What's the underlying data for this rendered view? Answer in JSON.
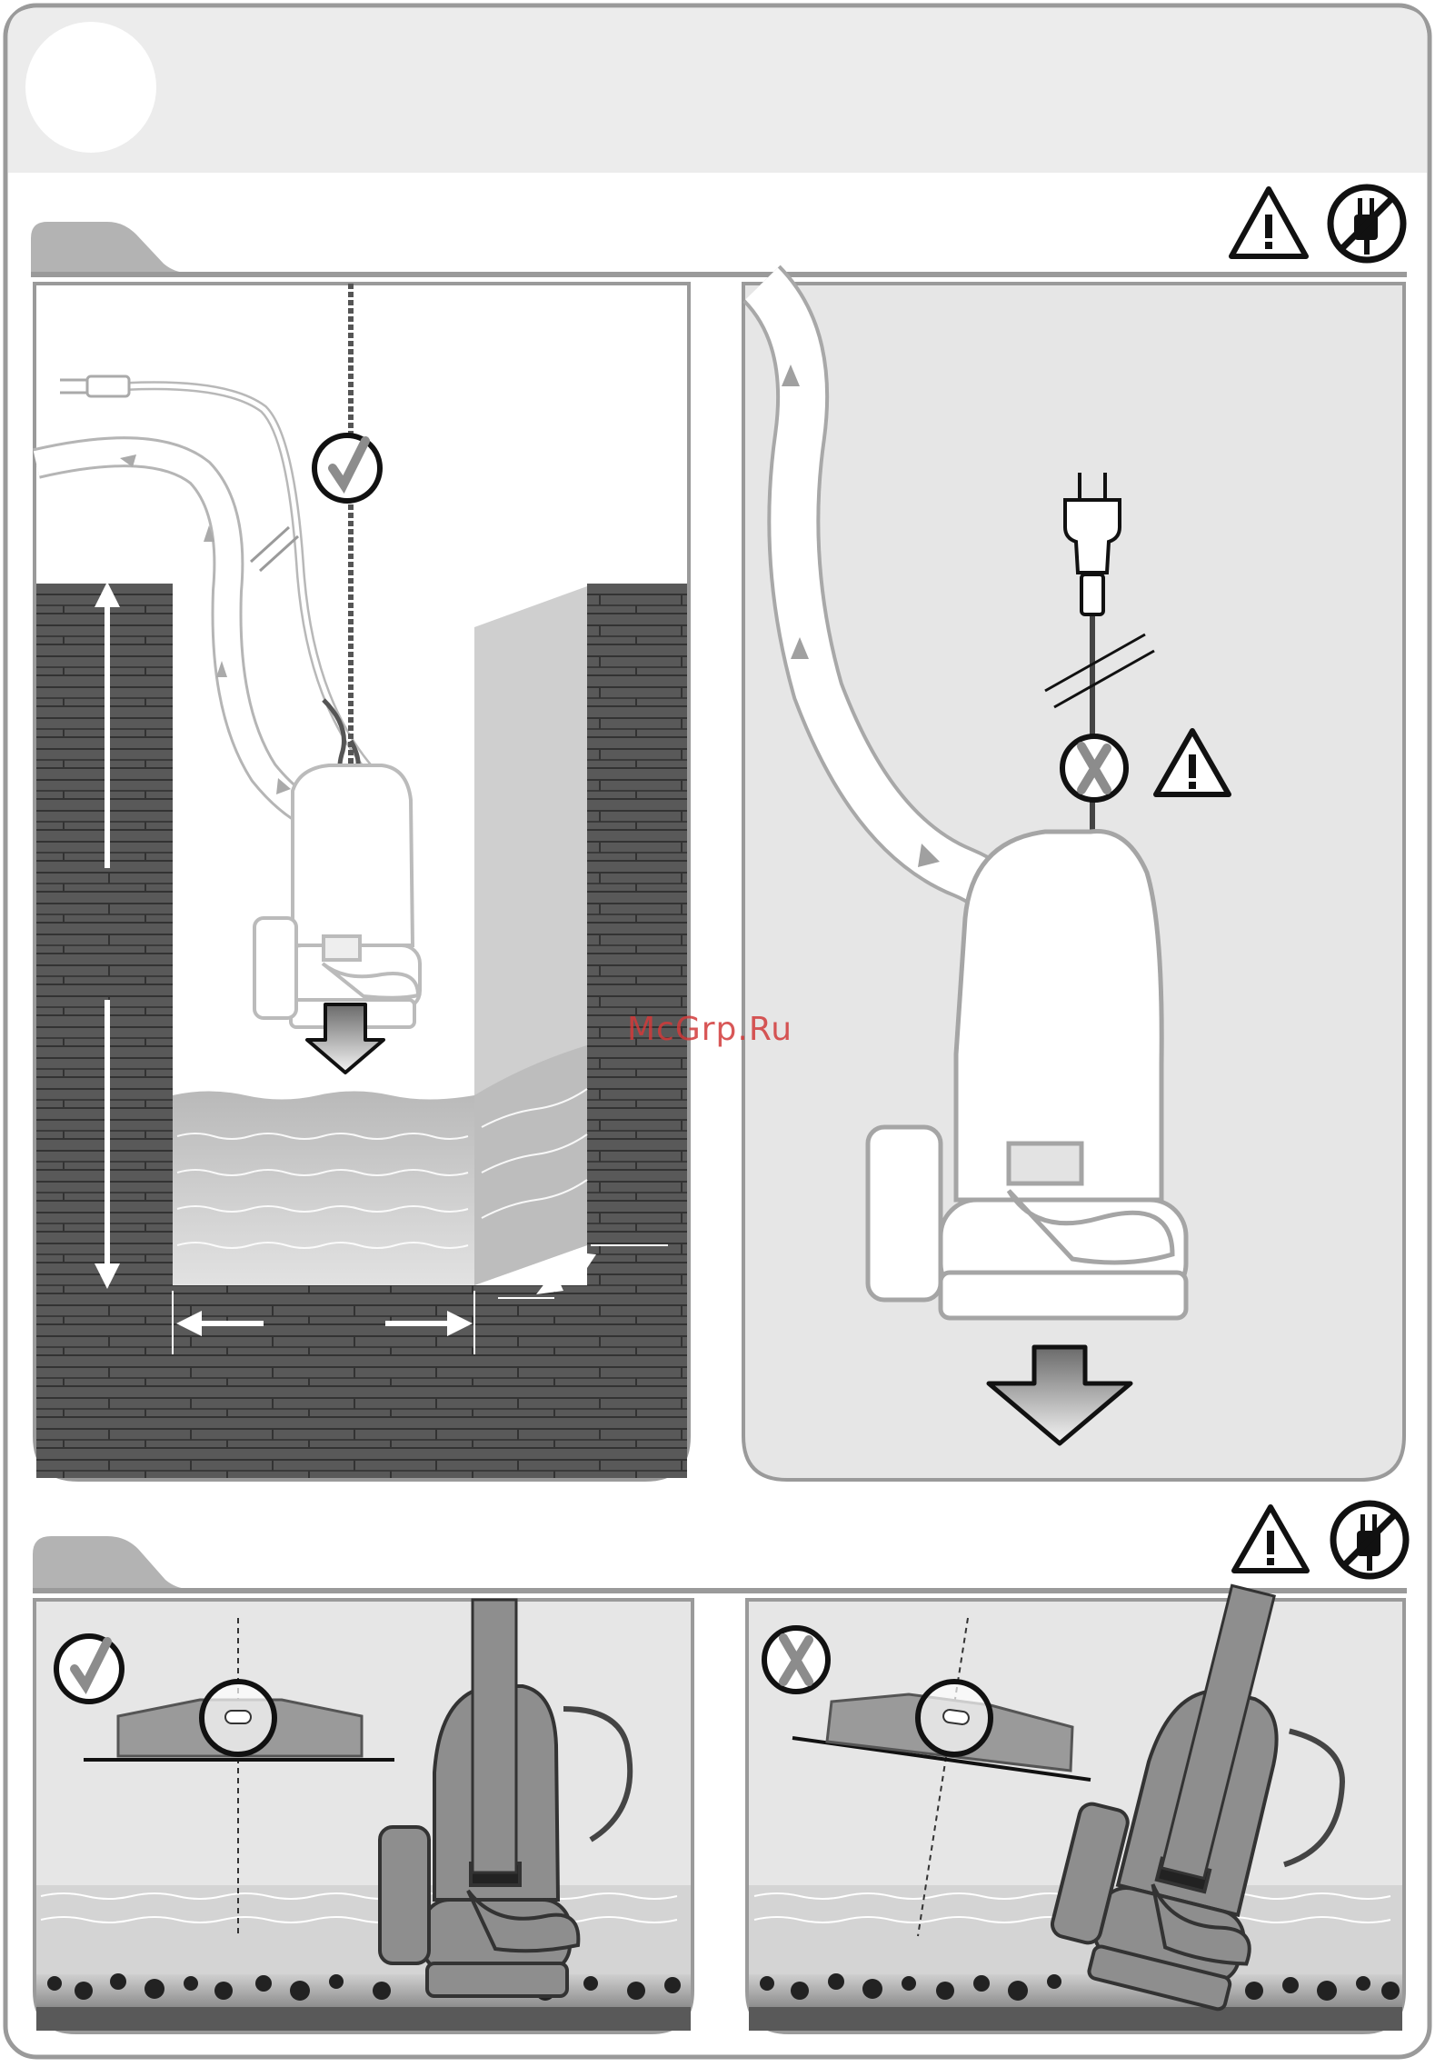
{
  "watermark": {
    "text": "McGrp.Ru",
    "color": "#d23a3a"
  },
  "colors": {
    "frame": "#9a9a9a",
    "header_band": "#ececec",
    "panel_fill": "#e6e6e6",
    "brick": "#5a5a5a",
    "water": "#c8c8c8",
    "check": "#8c8c8c"
  },
  "icons": {
    "step_badge": "circle-badge",
    "warning": "warning-triangle-icon",
    "unplug": "no-plug-icon",
    "approve": "check-mark-icon",
    "reject": "cross-mark-icon",
    "lower": "down-arrow-icon"
  },
  "sections": [
    {
      "panels": [
        "pit-install-correct",
        "lift-by-cable-wrong"
      ]
    },
    {
      "panels": [
        "level-surface-correct",
        "tilted-surface-wrong"
      ]
    }
  ]
}
